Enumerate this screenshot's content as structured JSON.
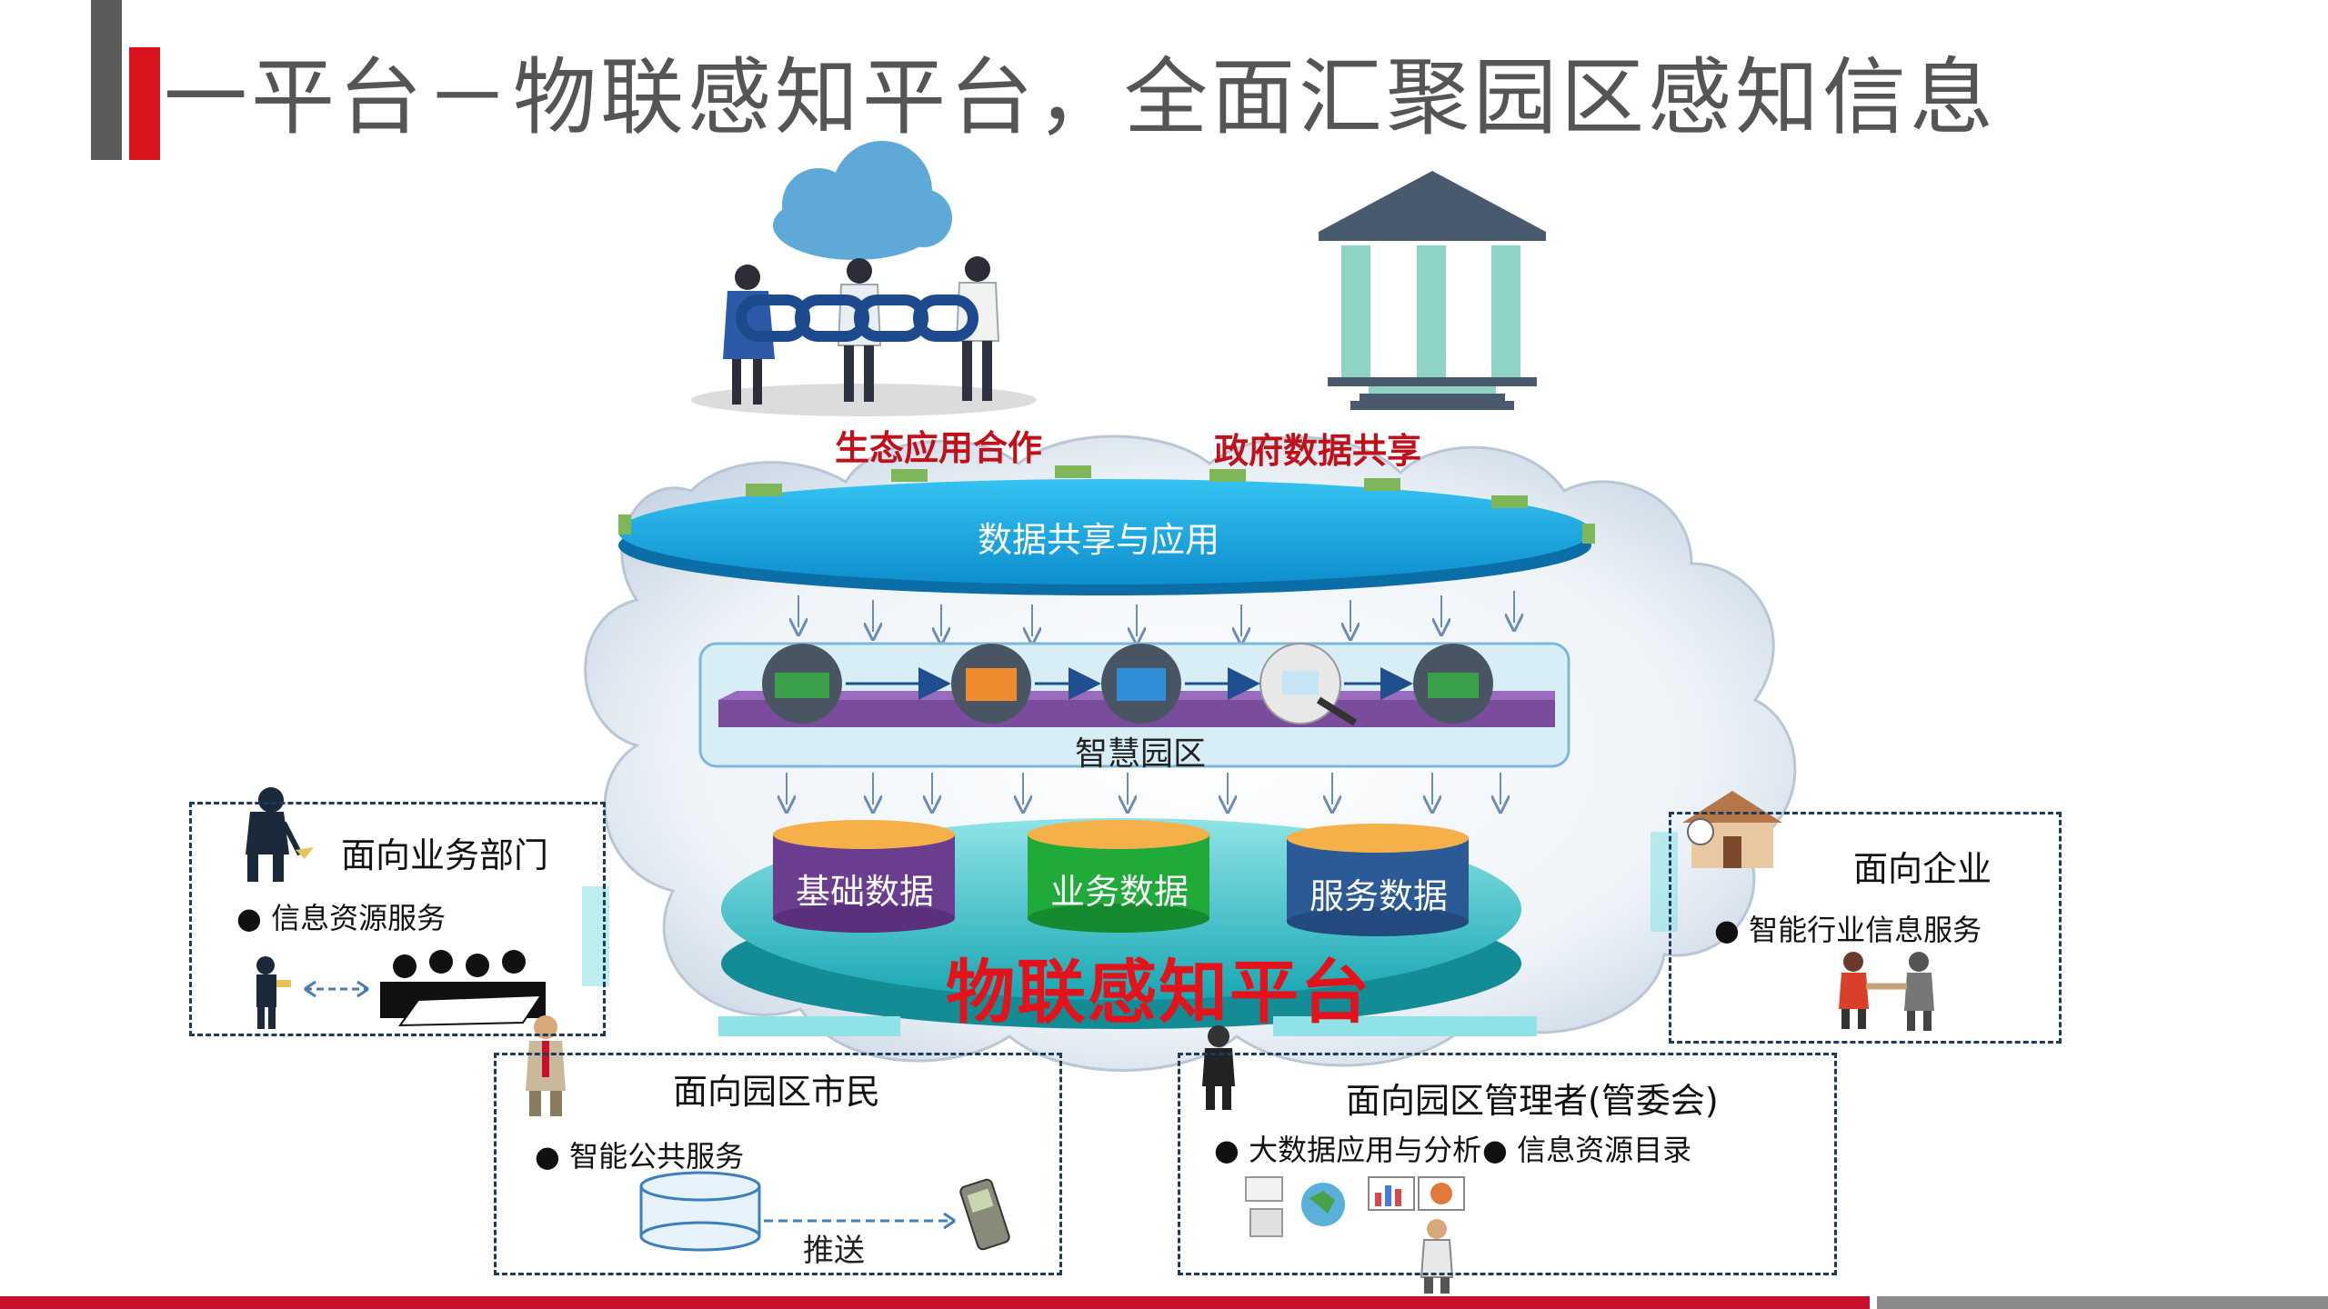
{
  "title": "一平台－物联感知平台，全面汇聚园区感知信息",
  "labels": {
    "eco": "生态应用合作",
    "gov": "政府数据共享",
    "data_share": "数据共享与应用",
    "smart_park": "智慧园区",
    "platform": "物联感知平台"
  },
  "cylinders": [
    {
      "label": "基础数据",
      "color": "#6b3d8f"
    },
    {
      "label": "业务数据",
      "color": "#1faa3a"
    },
    {
      "label": "服务数据",
      "color": "#2b5a96"
    }
  ],
  "boxes": {
    "dept": {
      "title": "面向业务部门",
      "bullets": [
        "信息资源服务"
      ]
    },
    "citizen": {
      "title": "面向园区市民",
      "bullets": [
        "智能公共服务"
      ],
      "push": "推送"
    },
    "admin": {
      "title": "面向园区管理者(管委会)",
      "bullets": [
        "大数据应用与分析",
        "信息资源目录"
      ]
    },
    "enterprise": {
      "title": "面向企业",
      "bullets": [
        "智能行业信息服务"
      ]
    }
  },
  "colors": {
    "accent_red": "#c0101a",
    "platform_red": "#e3121b",
    "disk_blue": "#1aa7e0",
    "title_gray": "#555555"
  }
}
